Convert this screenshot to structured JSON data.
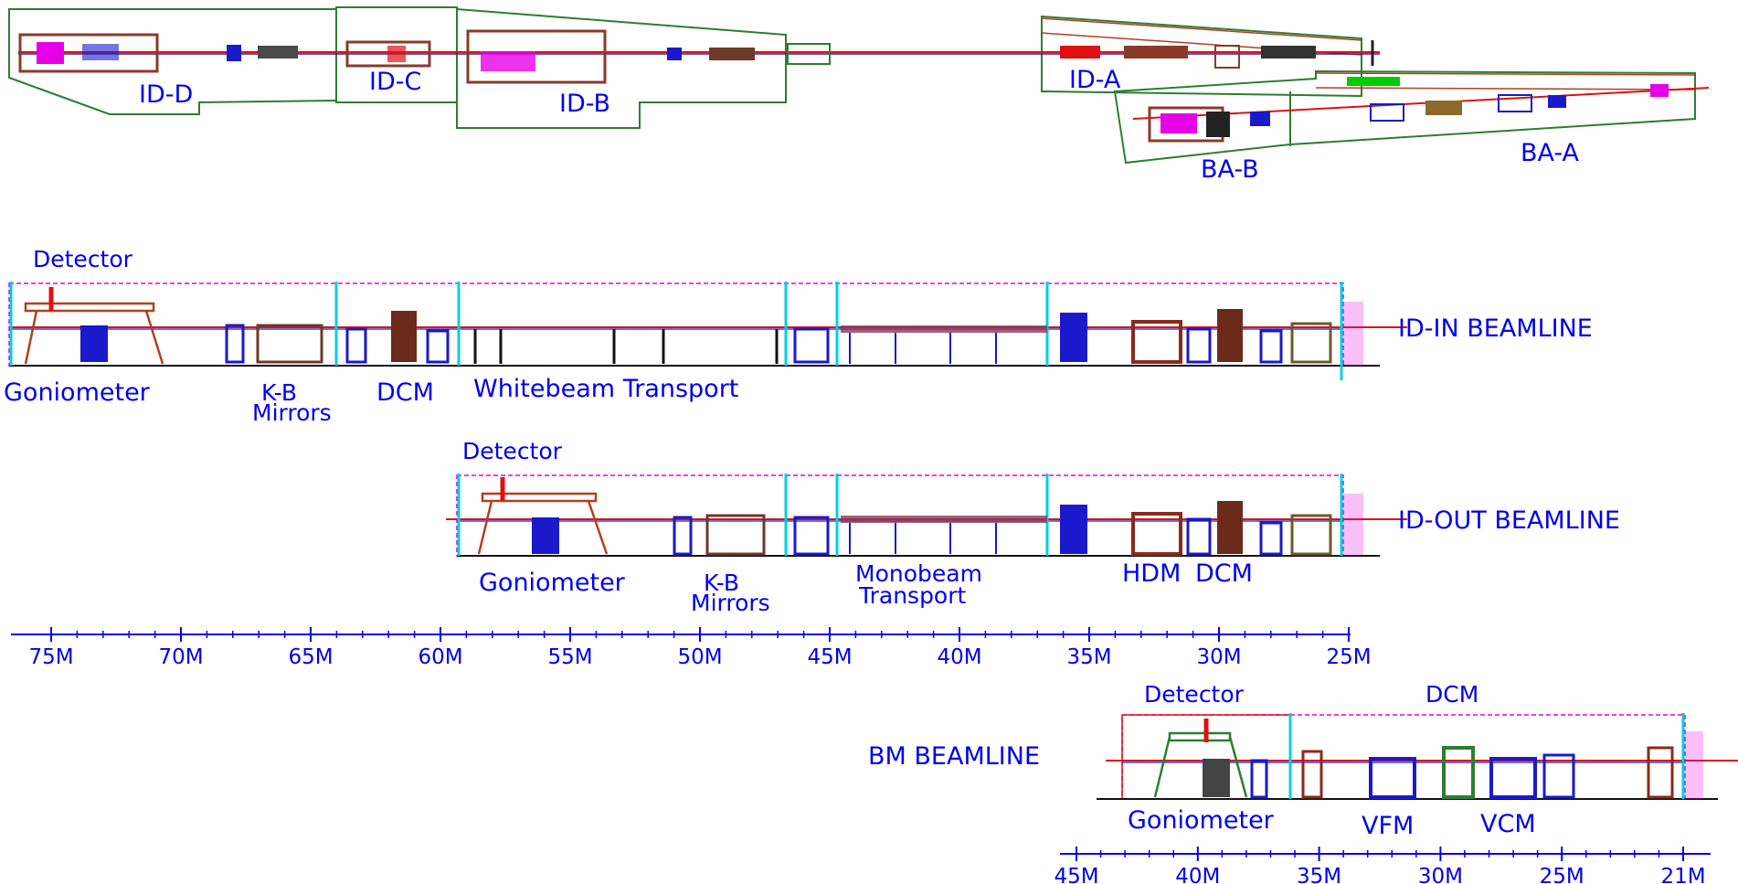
{
  "plan_view": {
    "hutches": [
      "ID-D",
      "ID-C",
      "ID-B",
      "ID-A",
      "BA-B",
      "BA-A"
    ]
  },
  "id_in": {
    "title": "ID-IN  BEAMLINE",
    "labels": {
      "detector": "Detector",
      "goniometer": "Goniometer",
      "kb_line1": "K-B",
      "kb_line2": "Mirrors",
      "dcm": "DCM",
      "transport": "Whitebeam  Transport"
    }
  },
  "id_out": {
    "title": "ID-OUT  BEAMLINE",
    "labels": {
      "detector": "Detector",
      "goniometer": "Goniometer",
      "kb_line1": "K-B",
      "kb_line2": "Mirrors",
      "transport_line1": "Monobeam",
      "transport_line2": "Transport",
      "hdm": "HDM",
      "dcm": "DCM"
    }
  },
  "id_scale": {
    "ticks": [
      "75M",
      "70M",
      "65M",
      "60M",
      "55M",
      "50M",
      "45M",
      "40M",
      "35M",
      "30M",
      "25M"
    ]
  },
  "bm": {
    "title": "BM  BEAMLINE",
    "labels": {
      "detector": "Detector",
      "dcm": "DCM",
      "goniometer": "Goniometer",
      "vfm": "VFM",
      "vcm": "VCM"
    }
  },
  "bm_scale": {
    "ticks": [
      "45M",
      "40M",
      "35M",
      "30M",
      "25M",
      "21M"
    ]
  },
  "colors": {
    "label": "#0000ee",
    "hutch_outline": "#2e7d32",
    "beam_red": "#e01010",
    "beam_blue": "#1a1acc",
    "magenta_enclosure": "#e600e6",
    "cyan_wall": "#00d0e0",
    "brown_equipment": "#8b3a2a"
  }
}
